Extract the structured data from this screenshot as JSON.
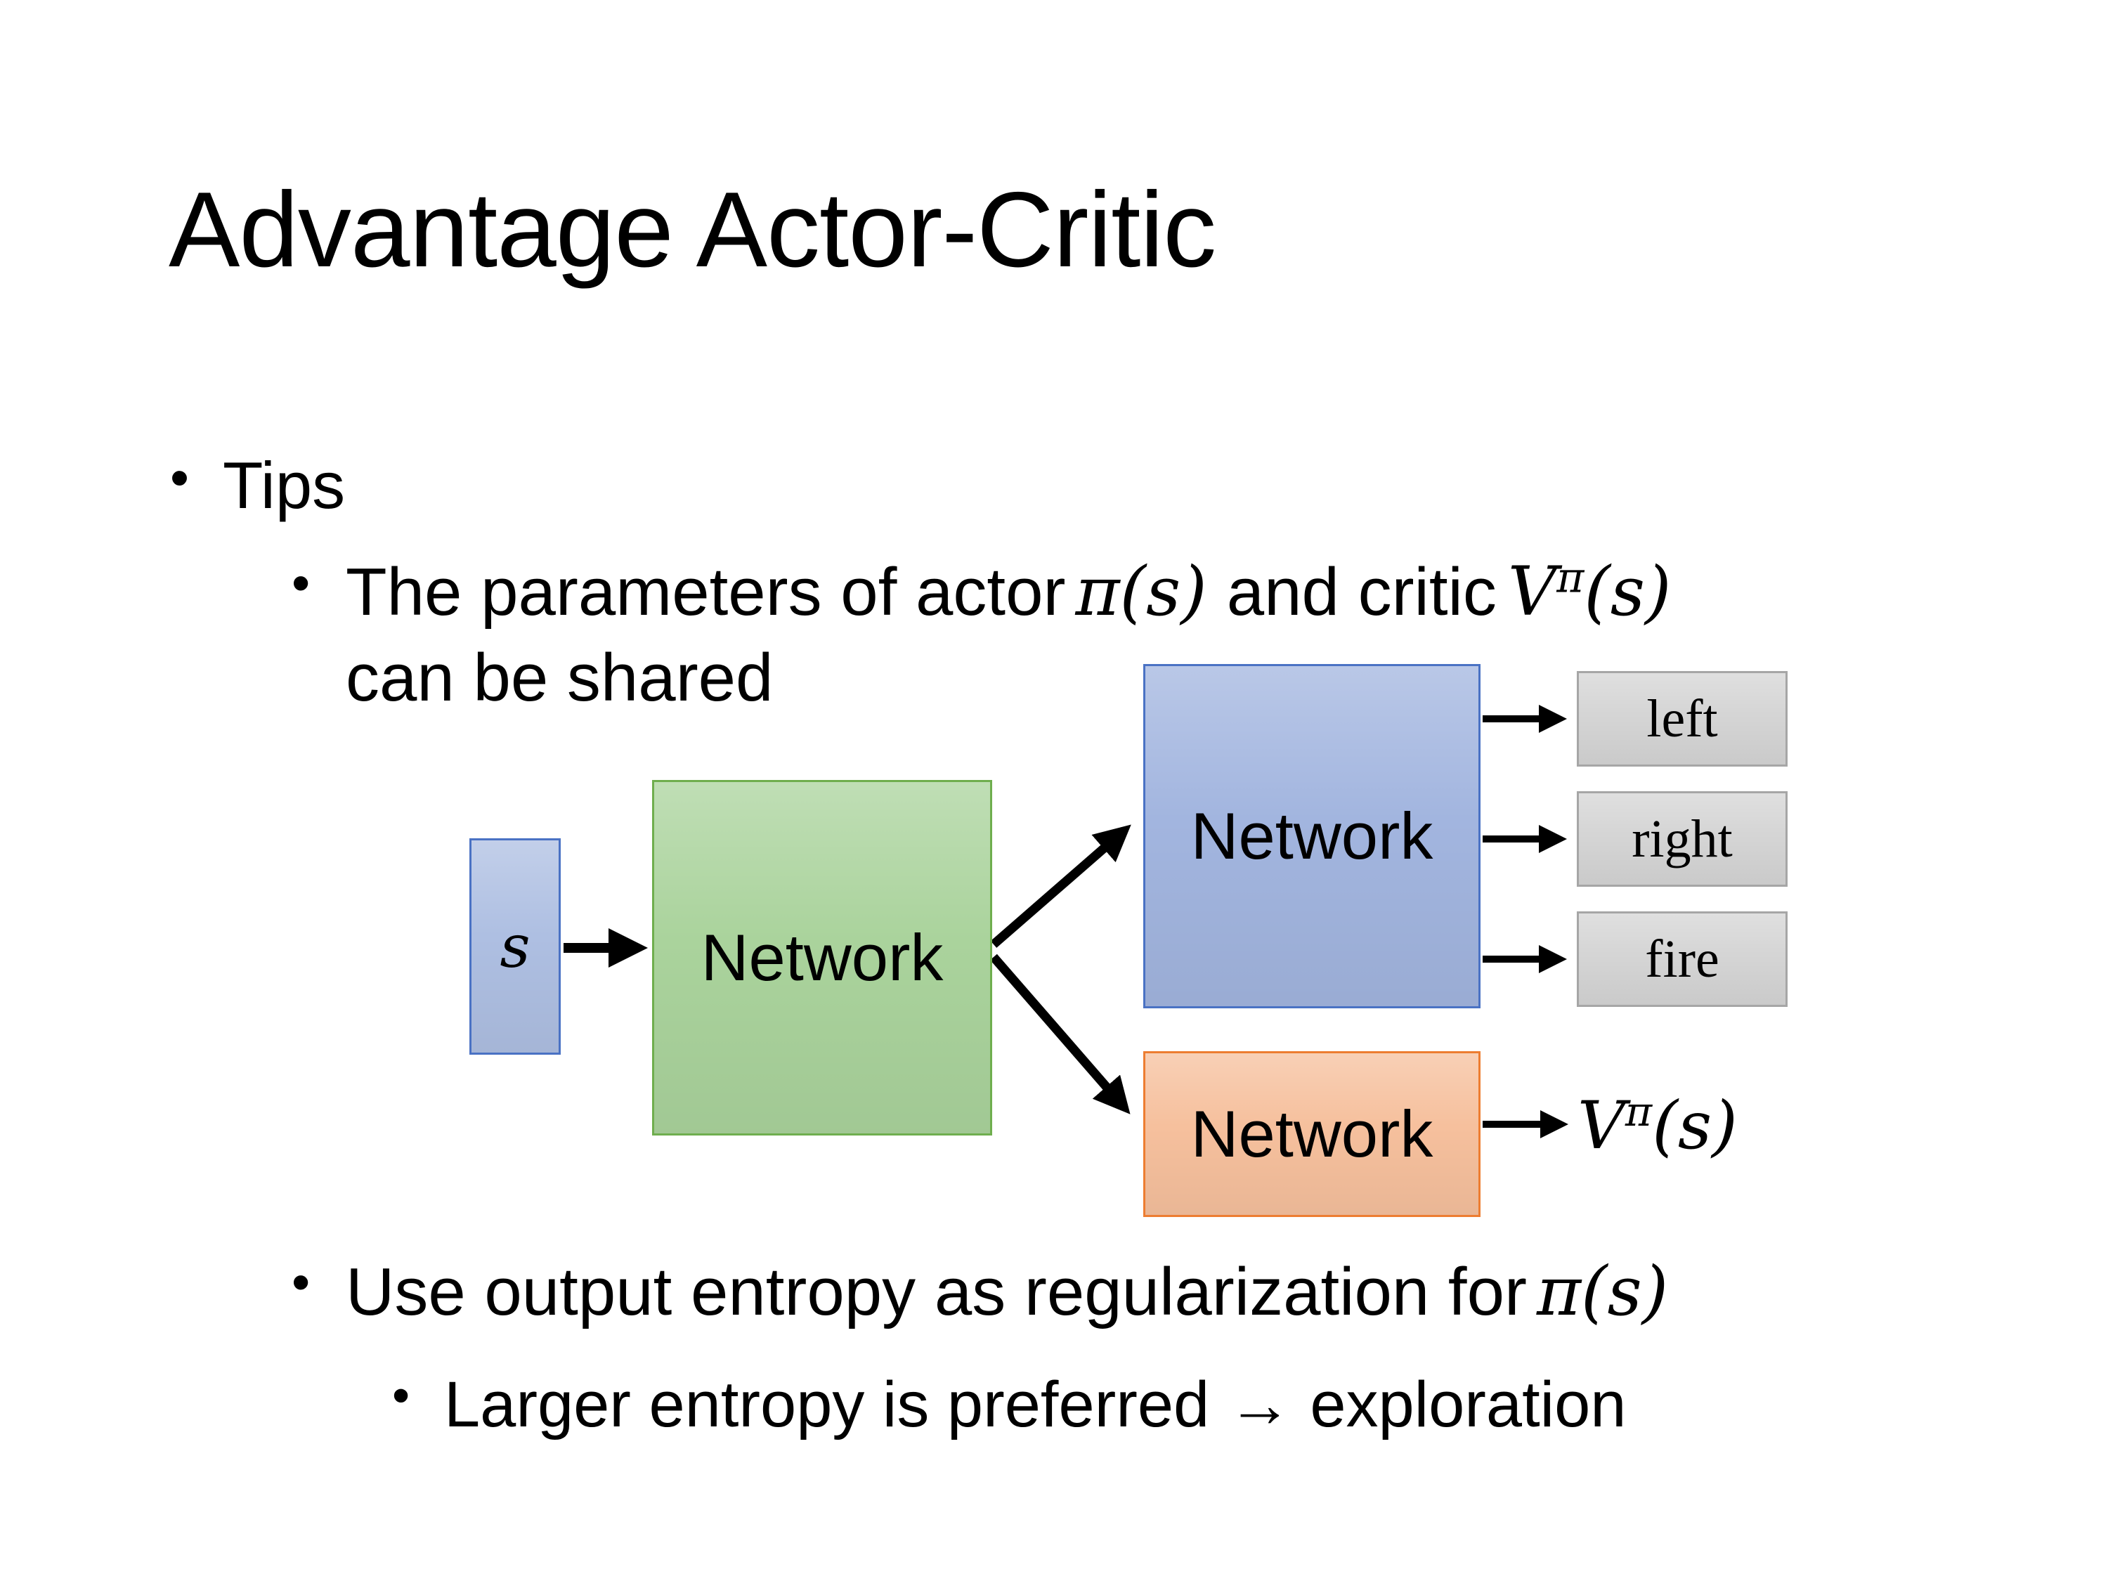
{
  "slide": {
    "title": "Advantage Actor-Critic"
  },
  "bullets": {
    "dot": "•",
    "tips": "Tips",
    "shared": {
      "before": "The parameters of actor",
      "actor_math": "π(s)",
      "mid": "and critic",
      "critic_base": "V",
      "critic_sup": "π",
      "critic_args": "(s)",
      "line2": "can be shared"
    },
    "entropy": {
      "before": "Use output entropy as regularization for",
      "math": "π(s)"
    },
    "exploration": "Larger entropy is preferred → exploration"
  },
  "diagram": {
    "state_label": "s",
    "shared_network_label": "Network",
    "actor_network_label": "Network",
    "critic_network_label": "Network",
    "actions": [
      "left",
      "right",
      "fire"
    ],
    "critic_output": {
      "base": "V",
      "sup": "π",
      "args": "(s)"
    }
  },
  "colors": {
    "state_fill": "#aebfe2",
    "state_border": "#4a72c4",
    "shared_fill": "#aad39c",
    "shared_border": "#6fae4e",
    "actor_fill": "#a2b5df",
    "actor_border": "#4a72c4",
    "critic_fill": "#f6c09d",
    "critic_border": "#ed7d31",
    "action_fill": "#d5d5d5",
    "action_border": "#a6a6a6",
    "arrow": "#000000"
  }
}
